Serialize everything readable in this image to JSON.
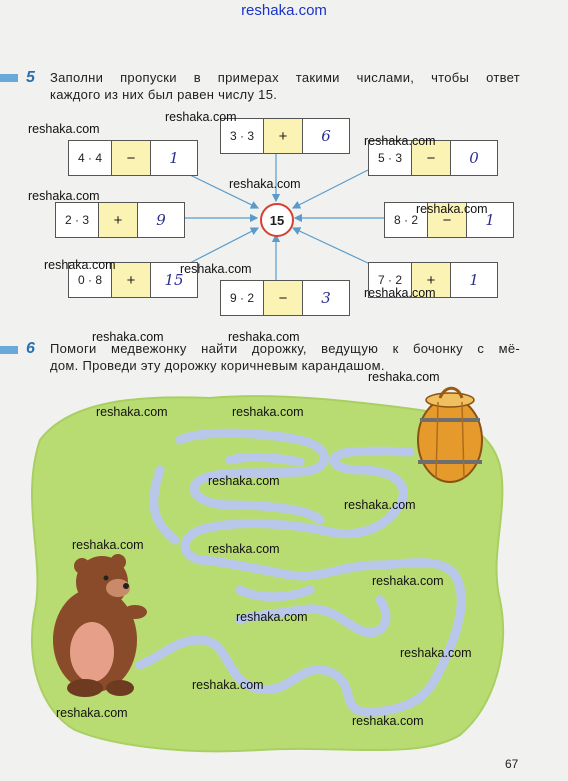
{
  "site_top": "reshaka.com",
  "task5": {
    "number": "5",
    "text_line1": "Заполни пропуски в примерах такими числами, чтобы ответ",
    "text_line2": "каждого из них был равен числу 15.",
    "center": "15",
    "equations": [
      {
        "expr": "3 · 3",
        "op": "+",
        "answer": "6"
      },
      {
        "expr": "4 · 4",
        "op": "−",
        "answer": "1"
      },
      {
        "expr": "5 · 3",
        "op": "−",
        "answer": "0"
      },
      {
        "expr": "2 · 3",
        "op": "+",
        "answer": "9"
      },
      {
        "expr": "8 · 2",
        "op": "−",
        "answer": "1"
      },
      {
        "expr": "0 · 8",
        "op": "+",
        "answer": "15"
      },
      {
        "expr": "7 · 2",
        "op": "+",
        "answer": "1"
      },
      {
        "expr": "9 · 2",
        "op": "−",
        "answer": "3"
      }
    ]
  },
  "task6": {
    "number": "6",
    "text_line1": "Помоги медвежонку найти дорожку, ведущую к бочонку с мё-",
    "text_line2": "дом. Проведи эту дорожку коричневым карандашом."
  },
  "watermarks": [
    "reshaka.com",
    "reshaka.com",
    "reshaka.com",
    "reshaka.com",
    "reshaka.com",
    "reshaka.com",
    "reshaka.com",
    "reshaka.com",
    "reshaka.com",
    "reshaka.com",
    "reshaka.com",
    "reshaka.com",
    "reshaka.com",
    "reshaka.com",
    "reshaka.com",
    "reshaka.com",
    "reshaka.com",
    "reshaka.com",
    "reshaka.com",
    "reshaka.com",
    "reshaka.com",
    "reshaka.com",
    "reshaka.com"
  ],
  "page_number": "67",
  "colors": {
    "accent_blue": "#2b6fb1",
    "operator_fill": "#fbf3b3",
    "circle_red": "#d6402f",
    "meadow_green": "#b9dc72",
    "path_blue": "#b9c8ea"
  }
}
